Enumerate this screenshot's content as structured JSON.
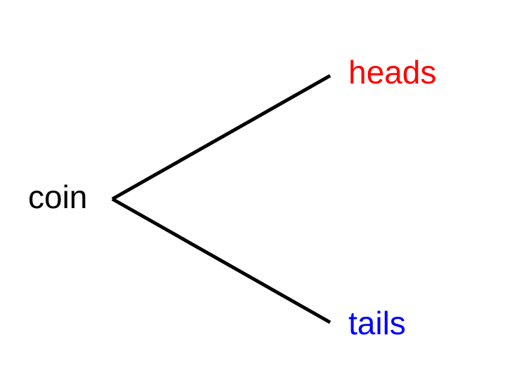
{
  "tree": {
    "root": {
      "label": "coin",
      "color": "#000000"
    },
    "branches": [
      {
        "label": "heads",
        "color": "#ff0000"
      },
      {
        "label": "tails",
        "color": "#0000ff"
      }
    ],
    "line_color": "#000000"
  }
}
